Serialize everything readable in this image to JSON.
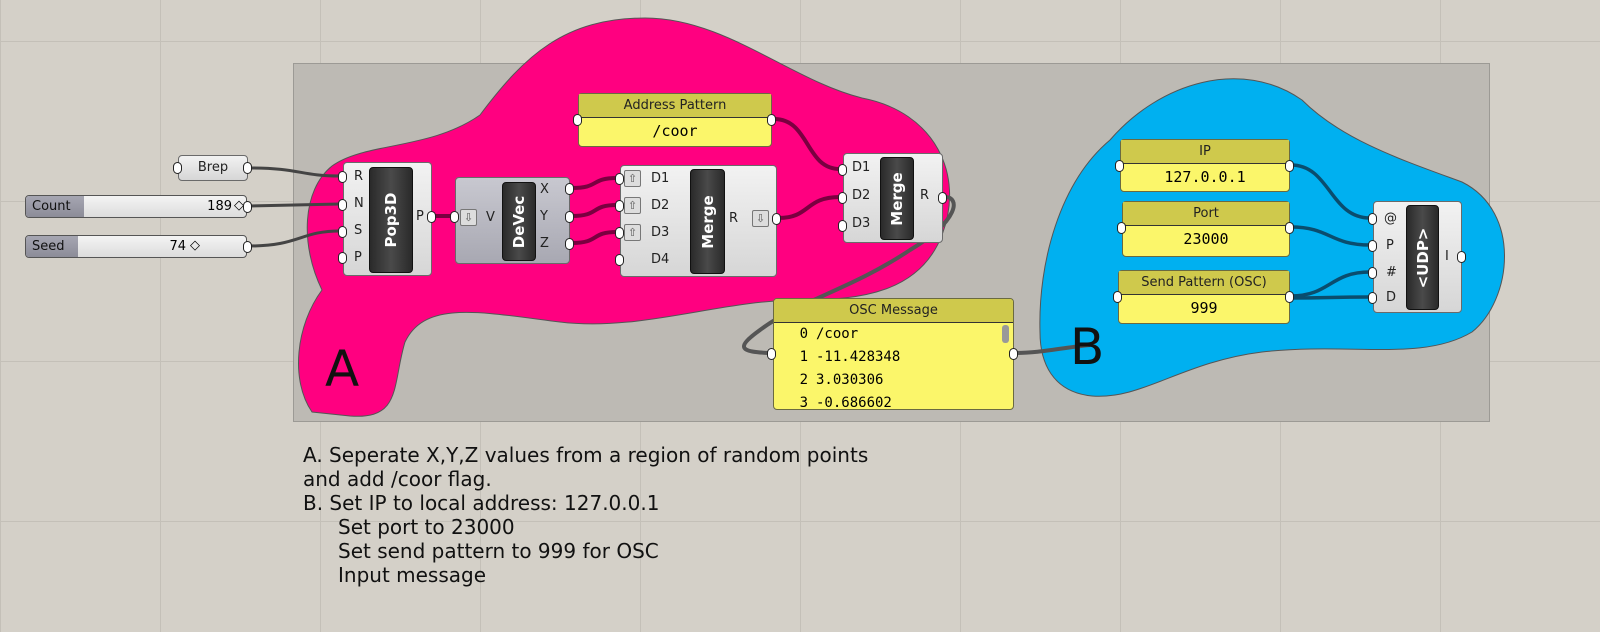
{
  "brep": {
    "label": "Brep"
  },
  "sliders": [
    {
      "label": "Count",
      "value": "189"
    },
    {
      "label": "Seed",
      "value": "74"
    }
  ],
  "pop3d": {
    "name": "Pop3D",
    "inputs": [
      "R",
      "N",
      "S",
      "P"
    ],
    "output": "P"
  },
  "devec": {
    "name": "DeVec",
    "input": "V",
    "outputs": [
      "X",
      "Y",
      "Z"
    ]
  },
  "merge1": {
    "name": "Merge",
    "inputs": [
      "D1",
      "D2",
      "D3",
      "D4"
    ],
    "output": "R"
  },
  "merge2": {
    "name": "Merge",
    "inputs": [
      "D1",
      "D2",
      "D3"
    ],
    "output": "R"
  },
  "address": {
    "title": "Address Pattern",
    "value": "/coor"
  },
  "osc": {
    "title": "OSC Message",
    "rows": [
      {
        "i": "0",
        "v": "/coor"
      },
      {
        "i": "1",
        "v": "-11.428348"
      },
      {
        "i": "2",
        "v": "3.030306"
      },
      {
        "i": "3",
        "v": "-0.686602"
      }
    ]
  },
  "ip": {
    "title": "IP",
    "value": "127.0.0.1"
  },
  "port": {
    "title": "Port",
    "value": "23000"
  },
  "pattern": {
    "title": "Send Pattern (OSC)",
    "value": "999"
  },
  "udp": {
    "name": "<UDP>",
    "inputs": [
      "@",
      "P",
      "#",
      "D"
    ],
    "output": "I"
  },
  "groups": {
    "a": "A",
    "b": "B",
    "a_color": "#ff0080",
    "b_color": "#00b0f0"
  },
  "notes": [
    "A. Seperate X,Y,Z values from a region of random points",
    "and add /coor flag.",
    "B. Set IP to local address: 127.0.0.1",
    "Set port to 23000",
    "Set send pattern to 999 for OSC",
    "Input message"
  ]
}
